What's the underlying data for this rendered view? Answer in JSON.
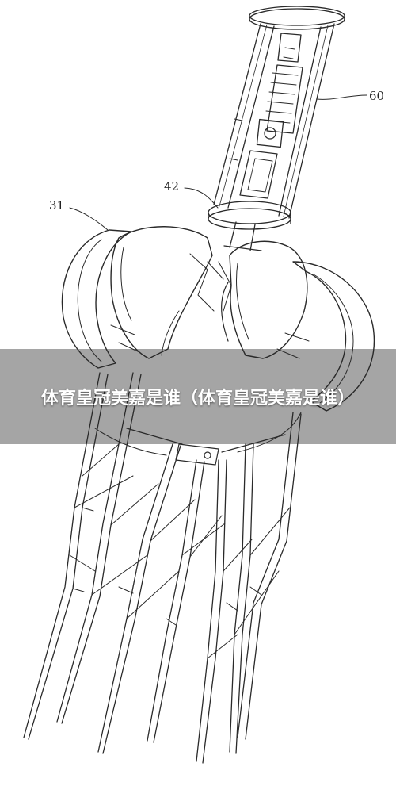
{
  "figure": {
    "reference_numerals": {
      "r31": "31",
      "r42": "42",
      "r60": "60"
    }
  },
  "overlay": {
    "caption": "体育皇冠美嘉是谁（体育皇冠美嘉是谁）",
    "band_color": "#282828",
    "text_color": "#ffffff"
  }
}
